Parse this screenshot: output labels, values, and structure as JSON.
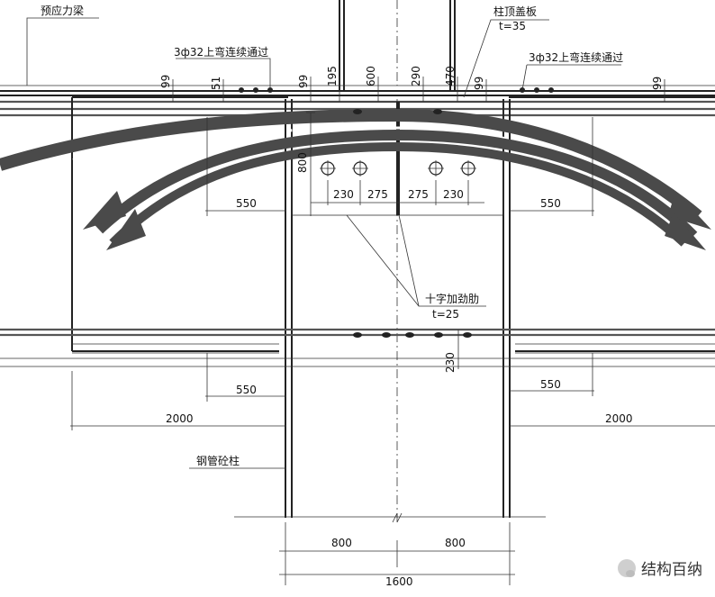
{
  "labels": {
    "prestressed_beam": "预应力梁",
    "top_rebar_left": "3ф32上弯连续通过",
    "top_rebar_right": "3ф32上弯连续通过",
    "cap_plate": "柱顶盖板",
    "cap_plate_thk": "t=35",
    "cross_stiffener": "十字加劲肋",
    "cross_stiffener_thk": "t=25",
    "steel_tube_column": "钢管砼柱"
  },
  "dimensions": {
    "d99_a": "99",
    "d51": "51",
    "d99_b": "99",
    "d195": "195",
    "d600": "600",
    "d290": "290",
    "d470": "470",
    "d99_c": "99",
    "d99_d": "99",
    "d800_v": "800",
    "d230_a": "230",
    "d275_a": "275",
    "d275_b": "275",
    "d230_b": "230",
    "d550_ul": "550",
    "d550_ur": "550",
    "d230_v": "230",
    "d550_ll": "550",
    "d550_lr": "550",
    "d2000_l": "2000",
    "d2000_r": "2000",
    "d800_bl": "800",
    "d800_br": "800",
    "d1600": "1600"
  },
  "watermark": {
    "text": "结构百纳"
  }
}
